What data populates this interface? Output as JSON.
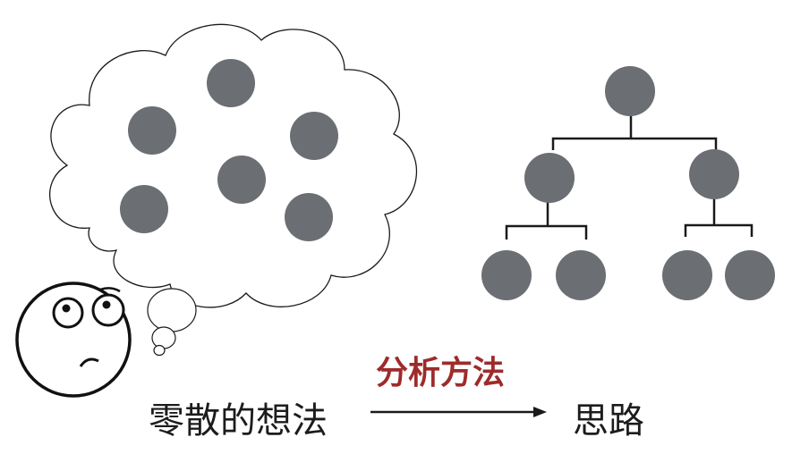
{
  "labels": {
    "scattered_thoughts": "零散的想法",
    "method": "分析方法",
    "approach": "思路"
  },
  "colors": {
    "node_fill": "#6b6e73",
    "line": "#1a1a1a",
    "method_text": "#9e2b2b",
    "text": "#1c1c1c"
  },
  "icons": {
    "thinking_face": "thinking-face-icon",
    "thought_cloud": "thought-cloud"
  }
}
